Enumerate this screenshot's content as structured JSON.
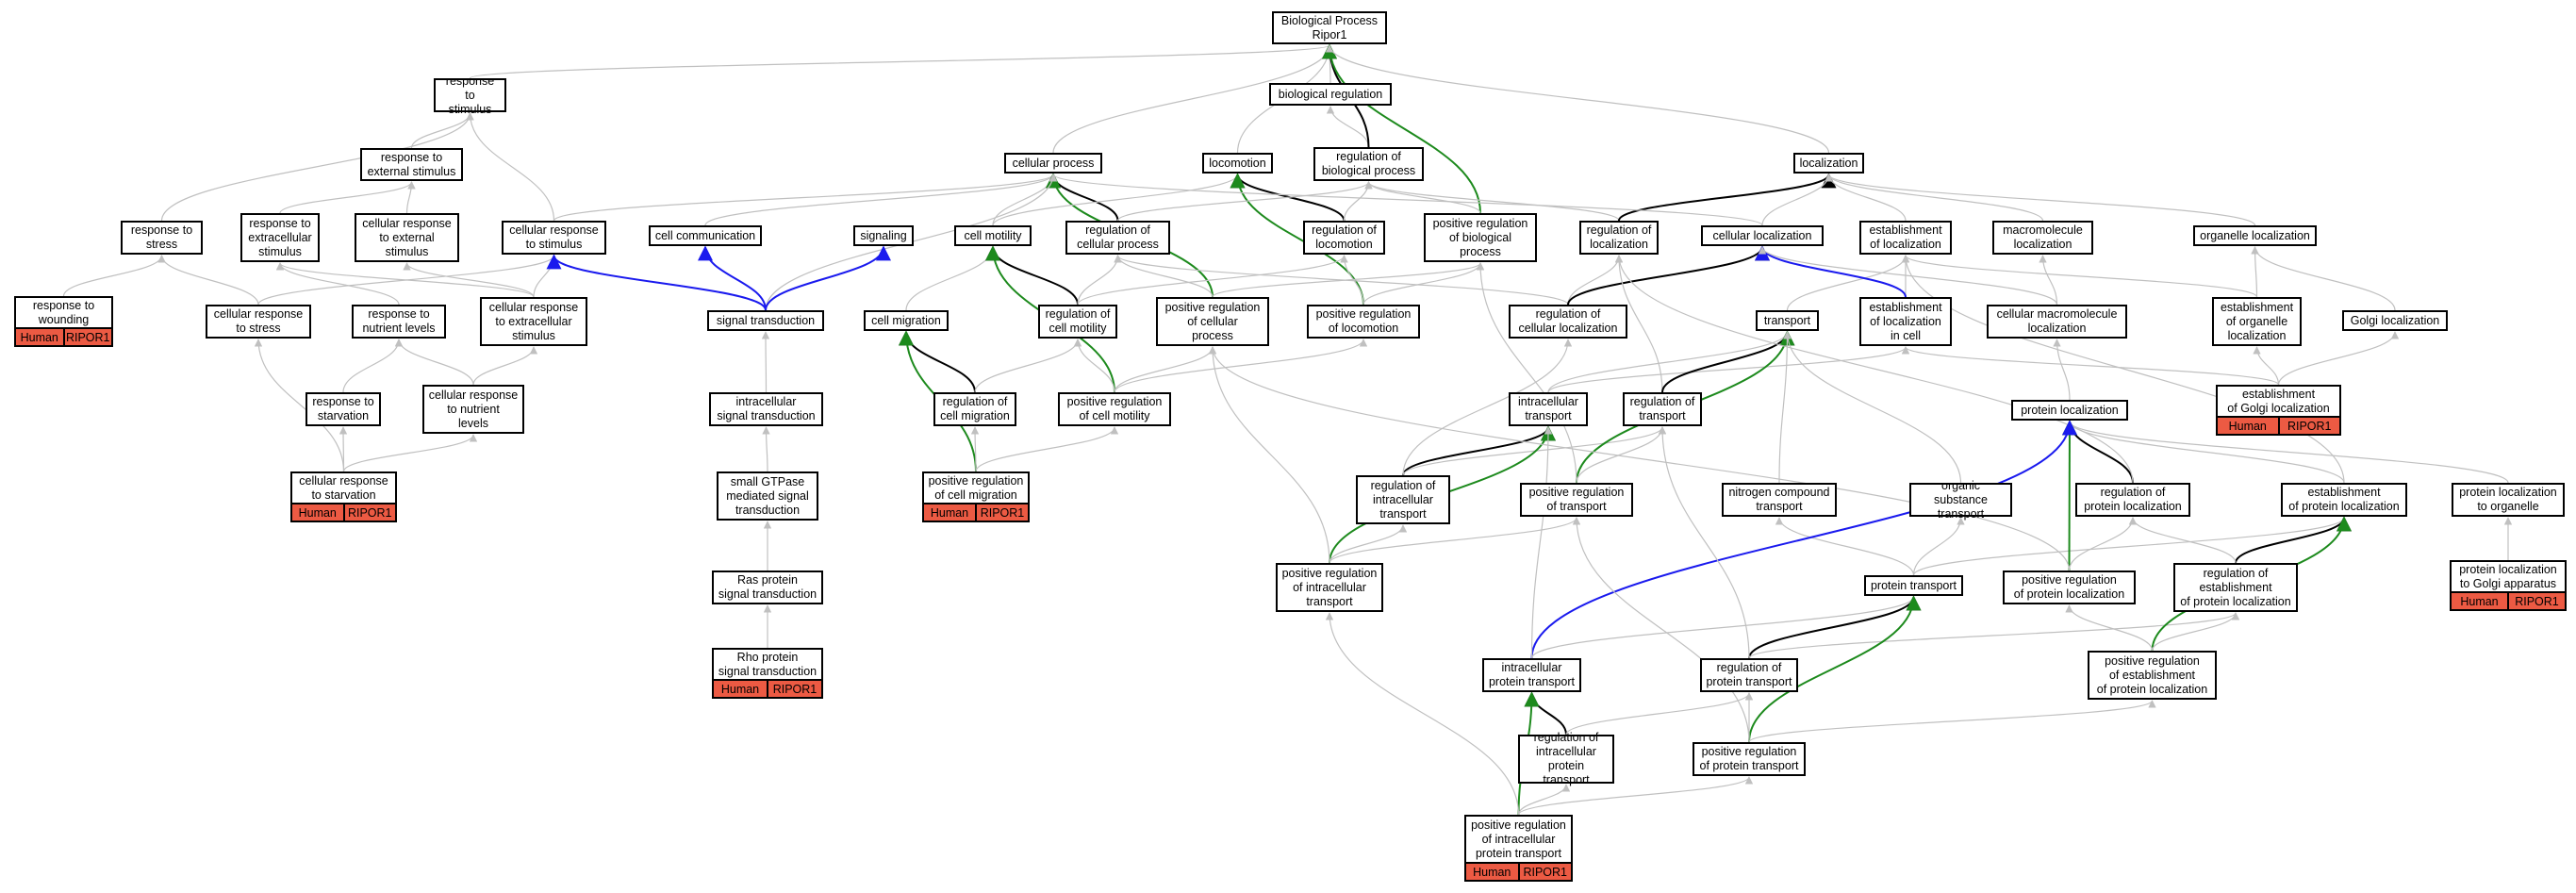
{
  "colors": {
    "default": "#c0c0c0",
    "is_a": "#000000",
    "regulates": "#1a1aee",
    "positively_regulates": "#1d8a1d",
    "annotation": "#ec5a43"
  },
  "annotation": {
    "species": "Human",
    "gene": "RIPOR1"
  },
  "nodes": [
    {
      "id": "bp",
      "label": "Biological Process\nRipor1"
    },
    {
      "id": "biolreg",
      "label": "biological regulation"
    },
    {
      "id": "resp_stim",
      "label": "response to\nstimulus"
    },
    {
      "id": "resp_ext",
      "label": "response to\nexternal stimulus"
    },
    {
      "id": "cell_proc",
      "label": "cellular process"
    },
    {
      "id": "locomotion",
      "label": "locomotion"
    },
    {
      "id": "reg_biol",
      "label": "regulation of\nbiological process"
    },
    {
      "id": "localization",
      "label": "localization"
    },
    {
      "id": "resp_stress",
      "label": "response to\nstress"
    },
    {
      "id": "resp_extracell",
      "label": "response to\nextracellular\nstimulus"
    },
    {
      "id": "cr_external",
      "label": "cellular response\nto external\nstimulus"
    },
    {
      "id": "cr_stimulus",
      "label": "cellular response\nto stimulus"
    },
    {
      "id": "cell_comm",
      "label": "cell communication"
    },
    {
      "id": "signaling",
      "label": "signaling"
    },
    {
      "id": "cell_motility",
      "label": "cell motility"
    },
    {
      "id": "reg_cell_proc",
      "label": "regulation of\ncellular process"
    },
    {
      "id": "reg_locomotion",
      "label": "regulation of\nlocomotion"
    },
    {
      "id": "posreg_biol",
      "label": "positive regulation\nof biological\nprocess"
    },
    {
      "id": "reg_localization",
      "label": "regulation of\nlocalization"
    },
    {
      "id": "cell_loc",
      "label": "cellular localization"
    },
    {
      "id": "estab_loc",
      "label": "establishment\nof localization"
    },
    {
      "id": "macro_loc",
      "label": "macromolecule\nlocalization"
    },
    {
      "id": "organelle_loc",
      "label": "organelle localization"
    },
    {
      "id": "resp_wound",
      "label": "response to\nwounding",
      "annotated": true
    },
    {
      "id": "cr_stress",
      "label": "cellular response\nto stress"
    },
    {
      "id": "resp_nutrient",
      "label": "response to\nnutrient levels"
    },
    {
      "id": "cr_extracell",
      "label": "cellular response\nto extracellular\nstimulus"
    },
    {
      "id": "signal_trans",
      "label": "signal transduction"
    },
    {
      "id": "cell_migration",
      "label": "cell migration"
    },
    {
      "id": "reg_cell_motility",
      "label": "regulation of\ncell motility"
    },
    {
      "id": "posreg_cell_proc",
      "label": "positive regulation\nof cellular\nprocess"
    },
    {
      "id": "posreg_locomotion",
      "label": "positive regulation\nof locomotion"
    },
    {
      "id": "reg_cell_loc",
      "label": "regulation of\ncellular localization"
    },
    {
      "id": "transport",
      "label": "transport"
    },
    {
      "id": "estab_loc_cell",
      "label": "establishment\nof localization\nin cell"
    },
    {
      "id": "cell_macro_loc",
      "label": "cellular macromolecule\nlocalization"
    },
    {
      "id": "estab_organelle",
      "label": "establishment\nof organelle\nlocalization"
    },
    {
      "id": "golgi_loc",
      "label": "Golgi localization"
    },
    {
      "id": "resp_starv",
      "label": "response to\nstarvation"
    },
    {
      "id": "cr_nutrient",
      "label": "cellular response\nto nutrient\nlevels"
    },
    {
      "id": "intra_signal",
      "label": "intracellular\nsignal transduction"
    },
    {
      "id": "reg_cell_mig",
      "label": "regulation of\ncell migration"
    },
    {
      "id": "posreg_cell_motility",
      "label": "positive regulation\nof cell motility"
    },
    {
      "id": "intra_transport",
      "label": "intracellular\ntransport"
    },
    {
      "id": "reg_transport",
      "label": "regulation of\ntransport"
    },
    {
      "id": "prot_loc",
      "label": "protein localization"
    },
    {
      "id": "estab_golgi",
      "label": "establishment\nof Golgi localization",
      "annotated": true
    },
    {
      "id": "cr_starv",
      "label": "cellular response\nto starvation",
      "annotated": true
    },
    {
      "id": "small_gtpase",
      "label": "small GTPase\nmediated signal\ntransduction"
    },
    {
      "id": "posreg_cell_mig",
      "label": "positive regulation\nof cell migration",
      "annotated": true
    },
    {
      "id": "reg_intra_transport",
      "label": "regulation of\nintracellular\ntransport"
    },
    {
      "id": "posreg_transport",
      "label": "positive regulation\nof transport"
    },
    {
      "id": "nitrogen",
      "label": "nitrogen compound\ntransport"
    },
    {
      "id": "organic",
      "label": "organic substance\ntransport"
    },
    {
      "id": "reg_prot_loc",
      "label": "regulation of\nprotein localization"
    },
    {
      "id": "estab_prot_loc",
      "label": "establishment\nof protein localization"
    },
    {
      "id": "prot_loc_organelle",
      "label": "protein localization\nto organelle"
    },
    {
      "id": "ras",
      "label": "Ras protein\nsignal transduction"
    },
    {
      "id": "posreg_intra_transport",
      "label": "positive regulation\nof intracellular\ntransport"
    },
    {
      "id": "prot_transport",
      "label": "protein transport"
    },
    {
      "id": "posreg_prot_loc",
      "label": "positive regulation\nof protein localization"
    },
    {
      "id": "reg_estab_prot_loc",
      "label": "regulation of\nestablishment\nof protein localization"
    },
    {
      "id": "prot_loc_golgi",
      "label": "protein localization\nto Golgi apparatus",
      "annotated": true
    },
    {
      "id": "rho",
      "label": "Rho protein\nsignal transduction",
      "annotated": true
    },
    {
      "id": "intra_prot_transport",
      "label": "intracellular\nprotein transport"
    },
    {
      "id": "reg_prot_transport",
      "label": "regulation of\nprotein transport"
    },
    {
      "id": "posreg_estab_prot_loc",
      "label": "positive regulation\nof establishment\nof protein localization"
    },
    {
      "id": "reg_intra_prot_transport",
      "label": "regulation of\nintracellular\nprotein transport"
    },
    {
      "id": "posreg_prot_transport",
      "label": "positive regulation\nof protein transport"
    },
    {
      "id": "posreg_intra_prot_transport",
      "label": "positive regulation\nof intracellular\nprotein transport",
      "annotated": true
    }
  ],
  "edges": [
    {
      "from": "biolreg",
      "to": "bp",
      "type": "default"
    },
    {
      "from": "resp_stim",
      "to": "bp",
      "type": "default"
    },
    {
      "from": "cell_proc",
      "to": "bp",
      "type": "default"
    },
    {
      "from": "locomotion",
      "to": "bp",
      "type": "default"
    },
    {
      "from": "reg_biol",
      "to": "biolreg",
      "type": "default"
    },
    {
      "from": "reg_biol",
      "to": "bp",
      "type": "is_a"
    },
    {
      "from": "posreg_biol",
      "to": "bp",
      "type": "positively_regulates"
    },
    {
      "from": "localization",
      "to": "bp",
      "type": "default"
    },
    {
      "from": "resp_ext",
      "to": "resp_stim",
      "type": "default"
    },
    {
      "from": "resp_stress",
      "to": "resp_stim",
      "type": "default"
    },
    {
      "from": "cr_stimulus",
      "to": "resp_stim",
      "type": "default"
    },
    {
      "from": "cr_stimulus",
      "to": "cell_proc",
      "type": "default"
    },
    {
      "from": "resp_extracell",
      "to": "resp_ext",
      "type": "default"
    },
    {
      "from": "cr_external",
      "to": "resp_ext",
      "type": "default"
    },
    {
      "from": "cell_comm",
      "to": "cell_proc",
      "type": "default"
    },
    {
      "from": "cell_motility",
      "to": "cell_proc",
      "type": "default"
    },
    {
      "from": "reg_cell_proc",
      "to": "cell_proc",
      "type": "is_a"
    },
    {
      "from": "posreg_cell_proc",
      "to": "cell_proc",
      "type": "positively_regulates"
    },
    {
      "from": "signal_trans",
      "to": "cell_proc",
      "type": "default"
    },
    {
      "from": "cell_motility",
      "to": "locomotion",
      "type": "default"
    },
    {
      "from": "reg_locomotion",
      "to": "locomotion",
      "type": "is_a"
    },
    {
      "from": "posreg_locomotion",
      "to": "locomotion",
      "type": "positively_regulates"
    },
    {
      "from": "reg_cell_proc",
      "to": "reg_biol",
      "type": "default"
    },
    {
      "from": "reg_locomotion",
      "to": "reg_biol",
      "type": "default"
    },
    {
      "from": "posreg_biol",
      "to": "reg_biol",
      "type": "default"
    },
    {
      "from": "reg_localization",
      "to": "reg_biol",
      "type": "default"
    },
    {
      "from": "reg_localization",
      "to": "localization",
      "type": "is_a"
    },
    {
      "from": "cell_loc",
      "to": "localization",
      "type": "default"
    },
    {
      "from": "estab_loc",
      "to": "localization",
      "type": "default"
    },
    {
      "from": "macro_loc",
      "to": "localization",
      "type": "default"
    },
    {
      "from": "organelle_loc",
      "to": "localization",
      "type": "default"
    },
    {
      "from": "cell_loc",
      "to": "cell_proc",
      "type": "default"
    },
    {
      "from": "resp_wound",
      "to": "resp_stress",
      "type": "default"
    },
    {
      "from": "cr_stress",
      "to": "resp_stress",
      "type": "default"
    },
    {
      "from": "cr_stress",
      "to": "cr_stimulus",
      "type": "default"
    },
    {
      "from": "resp_nutrient",
      "to": "resp_extracell",
      "type": "default"
    },
    {
      "from": "cr_extracell",
      "to": "resp_extracell",
      "type": "default"
    },
    {
      "from": "cr_extracell",
      "to": "cr_external",
      "type": "default"
    },
    {
      "from": "cr_extracell",
      "to": "cr_stimulus",
      "type": "default"
    },
    {
      "from": "signal_trans",
      "to": "cr_stimulus",
      "type": "regulates"
    },
    {
      "from": "signal_trans",
      "to": "cell_comm",
      "type": "regulates"
    },
    {
      "from": "signal_trans",
      "to": "signaling",
      "type": "regulates"
    },
    {
      "from": "cell_migration",
      "to": "cell_motility",
      "type": "default"
    },
    {
      "from": "reg_cell_motility",
      "to": "cell_motility",
      "type": "is_a"
    },
    {
      "from": "posreg_cell_motility",
      "to": "cell_motility",
      "type": "positively_regulates"
    },
    {
      "from": "reg_cell_motility",
      "to": "reg_cell_proc",
      "type": "default"
    },
    {
      "from": "reg_cell_motility",
      "to": "reg_locomotion",
      "type": "default"
    },
    {
      "from": "posreg_cell_proc",
      "to": "reg_cell_proc",
      "type": "default"
    },
    {
      "from": "posreg_cell_proc",
      "to": "posreg_biol",
      "type": "default"
    },
    {
      "from": "posreg_locomotion",
      "to": "reg_locomotion",
      "type": "default"
    },
    {
      "from": "posreg_locomotion",
      "to": "posreg_biol",
      "type": "default"
    },
    {
      "from": "reg_cell_loc",
      "to": "reg_localization",
      "type": "default"
    },
    {
      "from": "reg_cell_loc",
      "to": "reg_cell_proc",
      "type": "default"
    },
    {
      "from": "reg_cell_loc",
      "to": "cell_loc",
      "type": "is_a"
    },
    {
      "from": "transport",
      "to": "estab_loc",
      "type": "default"
    },
    {
      "from": "estab_loc_cell",
      "to": "estab_loc",
      "type": "default"
    },
    {
      "from": "estab_loc_cell",
      "to": "cell_loc",
      "type": "regulates"
    },
    {
      "from": "cell_macro_loc",
      "to": "macro_loc",
      "type": "default"
    },
    {
      "from": "cell_macro_loc",
      "to": "cell_loc",
      "type": "default"
    },
    {
      "from": "estab_organelle",
      "to": "organelle_loc",
      "type": "default"
    },
    {
      "from": "estab_organelle",
      "to": "estab_loc",
      "type": "default"
    },
    {
      "from": "golgi_loc",
      "to": "organelle_loc",
      "type": "default"
    },
    {
      "from": "resp_starv",
      "to": "resp_nutrient",
      "type": "default"
    },
    {
      "from": "cr_nutrient",
      "to": "resp_nutrient",
      "type": "default"
    },
    {
      "from": "cr_nutrient",
      "to": "cr_extracell",
      "type": "default"
    },
    {
      "from": "intra_signal",
      "to": "signal_trans",
      "type": "default"
    },
    {
      "from": "reg_cell_mig",
      "to": "cell_migration",
      "type": "is_a"
    },
    {
      "from": "reg_cell_mig",
      "to": "reg_cell_motility",
      "type": "default"
    },
    {
      "from": "posreg_cell_motility",
      "to": "reg_cell_motility",
      "type": "default"
    },
    {
      "from": "posreg_cell_motility",
      "to": "posreg_cell_proc",
      "type": "default"
    },
    {
      "from": "posreg_cell_motility",
      "to": "posreg_locomotion",
      "type": "default"
    },
    {
      "from": "intra_transport",
      "to": "transport",
      "type": "default"
    },
    {
      "from": "intra_transport",
      "to": "estab_loc_cell",
      "type": "default"
    },
    {
      "from": "reg_transport",
      "to": "reg_localization",
      "type": "default"
    },
    {
      "from": "reg_transport",
      "to": "transport",
      "type": "is_a"
    },
    {
      "from": "prot_loc",
      "to": "cell_macro_loc",
      "type": "default"
    },
    {
      "from": "estab_golgi",
      "to": "golgi_loc",
      "type": "default"
    },
    {
      "from": "estab_golgi",
      "to": "estab_organelle",
      "type": "default"
    },
    {
      "from": "estab_golgi",
      "to": "estab_loc_cell",
      "type": "default"
    },
    {
      "from": "cr_starv",
      "to": "resp_starv",
      "type": "default"
    },
    {
      "from": "cr_starv",
      "to": "cr_nutrient",
      "type": "default"
    },
    {
      "from": "cr_starv",
      "to": "cr_stress",
      "type": "default"
    },
    {
      "from": "small_gtpase",
      "to": "intra_signal",
      "type": "default"
    },
    {
      "from": "posreg_cell_mig",
      "to": "cell_migration",
      "type": "positively_regulates"
    },
    {
      "from": "posreg_cell_mig",
      "to": "reg_cell_mig",
      "type": "default"
    },
    {
      "from": "posreg_cell_mig",
      "to": "posreg_cell_motility",
      "type": "default"
    },
    {
      "from": "reg_intra_transport",
      "to": "intra_transport",
      "type": "is_a"
    },
    {
      "from": "reg_intra_transport",
      "to": "reg_transport",
      "type": "default"
    },
    {
      "from": "reg_intra_transport",
      "to": "reg_cell_loc",
      "type": "default"
    },
    {
      "from": "posreg_transport",
      "to": "transport",
      "type": "positively_regulates"
    },
    {
      "from": "posreg_transport",
      "to": "reg_transport",
      "type": "default"
    },
    {
      "from": "posreg_transport",
      "to": "posreg_biol",
      "type": "default"
    },
    {
      "from": "nitrogen",
      "to": "transport",
      "type": "default"
    },
    {
      "from": "organic",
      "to": "transport",
      "type": "default"
    },
    {
      "from": "reg_prot_loc",
      "to": "prot_loc",
      "type": "is_a"
    },
    {
      "from": "reg_prot_loc",
      "to": "reg_localization",
      "type": "default"
    },
    {
      "from": "estab_prot_loc",
      "to": "prot_loc",
      "type": "default"
    },
    {
      "from": "estab_prot_loc",
      "to": "estab_loc",
      "type": "default"
    },
    {
      "from": "prot_loc_organelle",
      "to": "prot_loc",
      "type": "default"
    },
    {
      "from": "ras",
      "to": "small_gtpase",
      "type": "default"
    },
    {
      "from": "posreg_intra_transport",
      "to": "intra_transport",
      "type": "positively_regulates"
    },
    {
      "from": "posreg_intra_transport",
      "to": "reg_intra_transport",
      "type": "default"
    },
    {
      "from": "posreg_intra_transport",
      "to": "posreg_transport",
      "type": "default"
    },
    {
      "from": "posreg_intra_transport",
      "to": "posreg_cell_proc",
      "type": "default"
    },
    {
      "from": "prot_transport",
      "to": "nitrogen",
      "type": "default"
    },
    {
      "from": "prot_transport",
      "to": "organic",
      "type": "default"
    },
    {
      "from": "prot_transport",
      "to": "estab_prot_loc",
      "type": "default"
    },
    {
      "from": "posreg_prot_loc",
      "to": "prot_loc",
      "type": "positively_regulates"
    },
    {
      "from": "posreg_prot_loc",
      "to": "reg_prot_loc",
      "type": "default"
    },
    {
      "from": "posreg_prot_loc",
      "to": "posreg_cell_proc",
      "type": "default"
    },
    {
      "from": "reg_estab_prot_loc",
      "to": "estab_prot_loc",
      "type": "is_a"
    },
    {
      "from": "reg_estab_prot_loc",
      "to": "reg_prot_loc",
      "type": "default"
    },
    {
      "from": "prot_loc_golgi",
      "to": "prot_loc_organelle",
      "type": "default"
    },
    {
      "from": "rho",
      "to": "ras",
      "type": "default"
    },
    {
      "from": "intra_prot_transport",
      "to": "prot_loc",
      "type": "regulates"
    },
    {
      "from": "intra_prot_transport",
      "to": "prot_transport",
      "type": "default"
    },
    {
      "from": "intra_prot_transport",
      "to": "intra_transport",
      "type": "default"
    },
    {
      "from": "reg_prot_transport",
      "to": "prot_transport",
      "type": "is_a"
    },
    {
      "from": "reg_prot_transport",
      "to": "reg_transport",
      "type": "default"
    },
    {
      "from": "reg_prot_transport",
      "to": "reg_estab_prot_loc",
      "type": "default"
    },
    {
      "from": "posreg_estab_prot_loc",
      "to": "estab_prot_loc",
      "type": "positively_regulates"
    },
    {
      "from": "posreg_estab_prot_loc",
      "to": "reg_estab_prot_loc",
      "type": "default"
    },
    {
      "from": "posreg_estab_prot_loc",
      "to": "posreg_prot_loc",
      "type": "default"
    },
    {
      "from": "reg_intra_prot_transport",
      "to": "intra_prot_transport",
      "type": "is_a"
    },
    {
      "from": "reg_intra_prot_transport",
      "to": "reg_prot_transport",
      "type": "default"
    },
    {
      "from": "posreg_prot_transport",
      "to": "prot_transport",
      "type": "positively_regulates"
    },
    {
      "from": "posreg_prot_transport",
      "to": "reg_prot_transport",
      "type": "default"
    },
    {
      "from": "posreg_prot_transport",
      "to": "posreg_transport",
      "type": "default"
    },
    {
      "from": "posreg_prot_transport",
      "to": "posreg_estab_prot_loc",
      "type": "default"
    },
    {
      "from": "posreg_intra_prot_transport",
      "to": "intra_prot_transport",
      "type": "positively_regulates"
    },
    {
      "from": "posreg_intra_prot_transport",
      "to": "reg_intra_prot_transport",
      "type": "default"
    },
    {
      "from": "posreg_intra_prot_transport",
      "to": "posreg_prot_transport",
      "type": "default"
    },
    {
      "from": "posreg_intra_prot_transport",
      "to": "posreg_intra_transport",
      "type": "default"
    }
  ]
}
